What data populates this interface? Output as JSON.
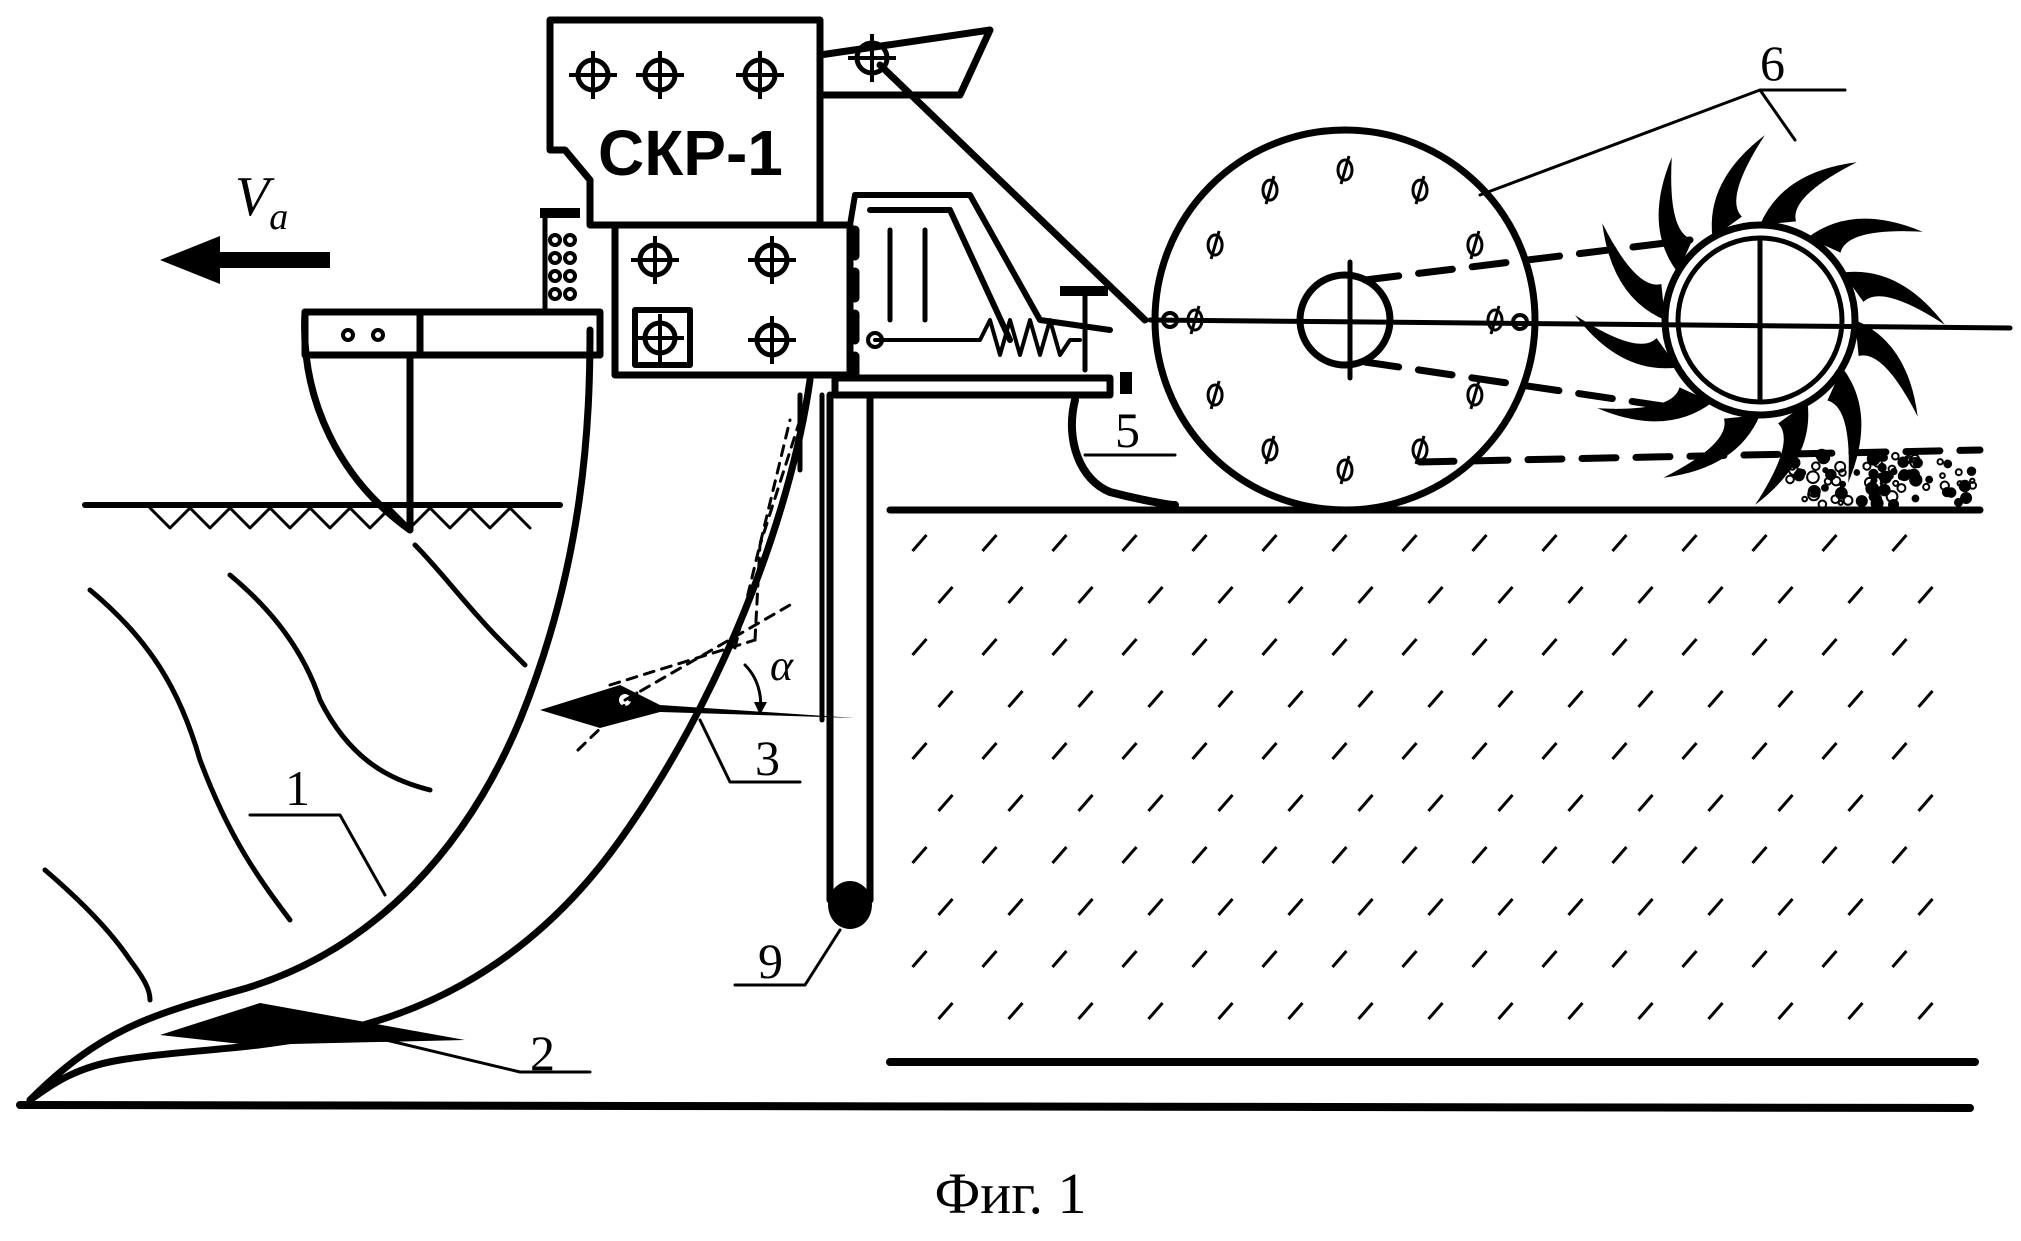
{
  "machine_label": "СКР-1",
  "velocity": {
    "symbol": "V",
    "subscript": "a"
  },
  "angle_label": "α",
  "part_labels": {
    "p1": "1",
    "p2": "2",
    "p3": "3",
    "p5": "5",
    "p6": "6",
    "p9": "9"
  },
  "caption": "Фиг. 1"
}
